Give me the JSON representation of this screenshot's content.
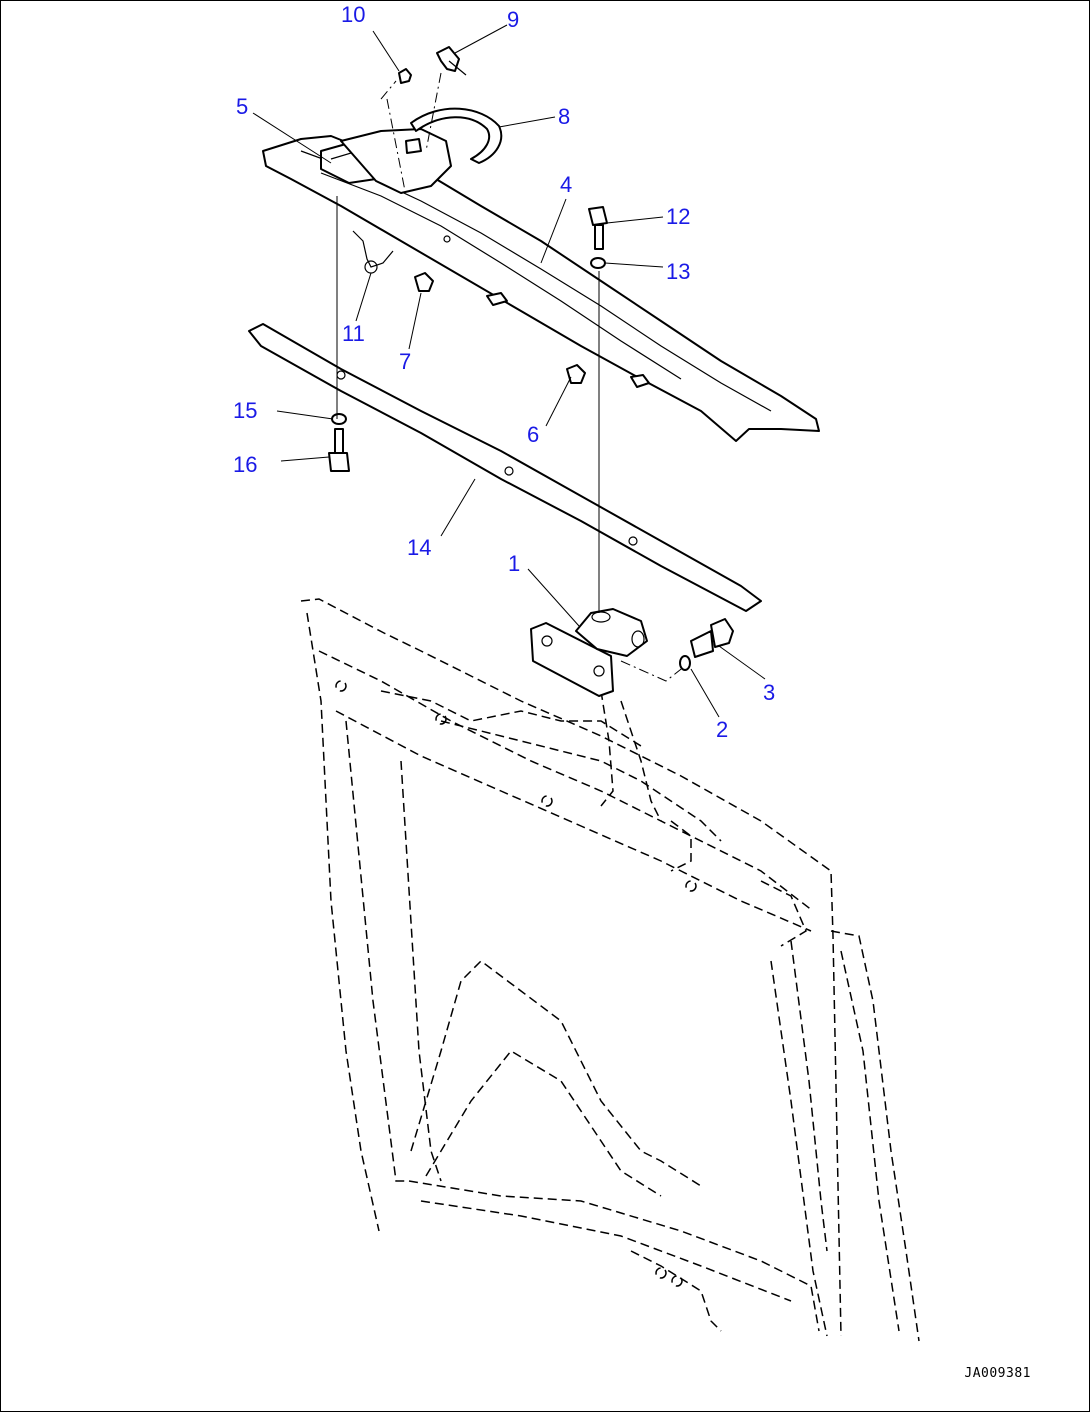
{
  "diagram": {
    "drawing_id": "JA009381",
    "callout_color": "#1a1ae6",
    "callouts": [
      {
        "id": "c1",
        "label": "1"
      },
      {
        "id": "c2",
        "label": "2"
      },
      {
        "id": "c3",
        "label": "3"
      },
      {
        "id": "c4",
        "label": "4"
      },
      {
        "id": "c5",
        "label": "5"
      },
      {
        "id": "c6",
        "label": "6"
      },
      {
        "id": "c7",
        "label": "7"
      },
      {
        "id": "c8",
        "label": "8"
      },
      {
        "id": "c9",
        "label": "9"
      },
      {
        "id": "c10",
        "label": "10"
      },
      {
        "id": "c11",
        "label": "11"
      },
      {
        "id": "c12",
        "label": "12"
      },
      {
        "id": "c13",
        "label": "13"
      },
      {
        "id": "c14",
        "label": "14"
      },
      {
        "id": "c15",
        "label": "15"
      },
      {
        "id": "c16",
        "label": "16"
      }
    ]
  }
}
